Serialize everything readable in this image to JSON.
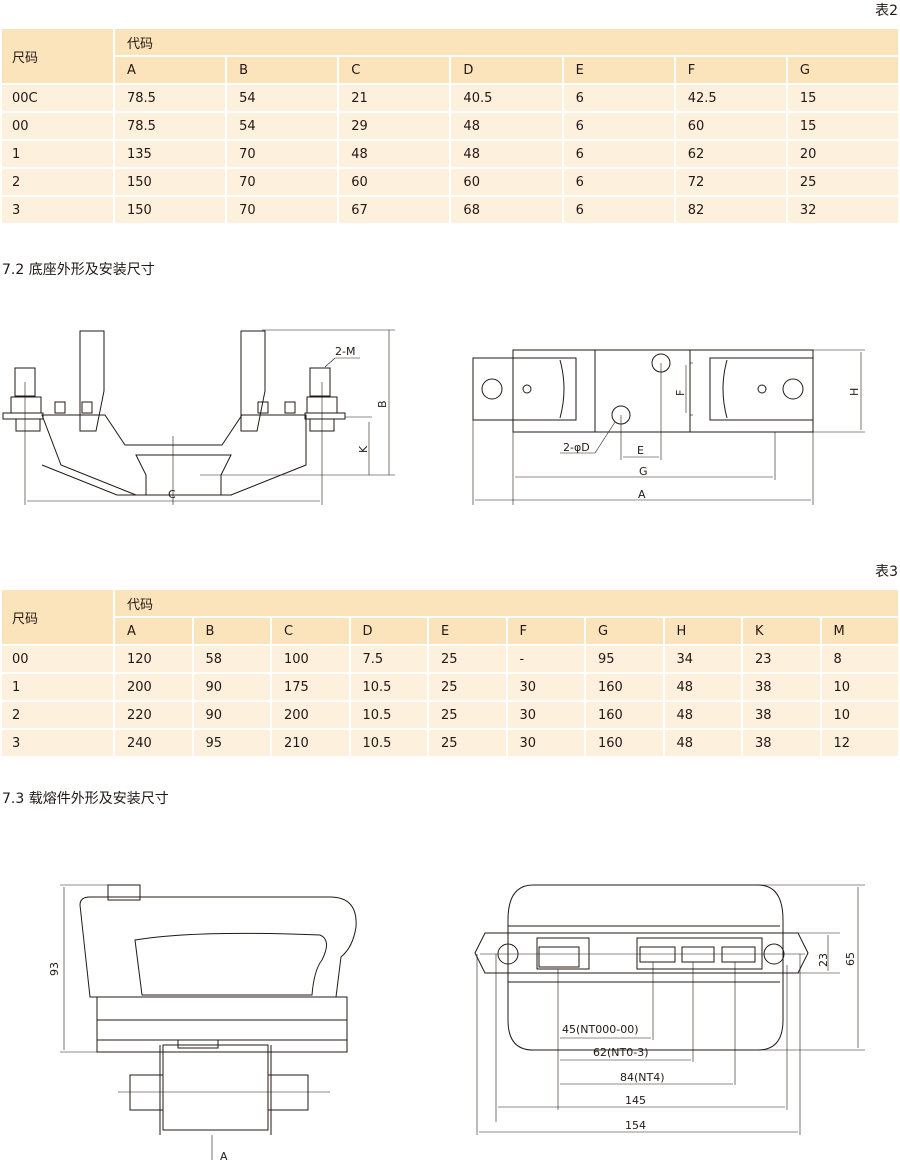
{
  "table2": {
    "label": "表2",
    "size_header": "尺码",
    "code_header": "代码",
    "columns": [
      "A",
      "B",
      "C",
      "D",
      "E",
      "F",
      "G"
    ],
    "rows": [
      [
        "00C",
        "78.5",
        "54",
        "21",
        "40.5",
        "6",
        "42.5",
        "15"
      ],
      [
        "00",
        "78.5",
        "54",
        "29",
        "48",
        "6",
        "60",
        "15"
      ],
      [
        "1",
        "135",
        "70",
        "48",
        "48",
        "6",
        "62",
        "20"
      ],
      [
        "2",
        "150",
        "70",
        "60",
        "60",
        "6",
        "72",
        "25"
      ],
      [
        "3",
        "150",
        "70",
        "67",
        "68",
        "6",
        "82",
        "32"
      ]
    ]
  },
  "section_72": {
    "title": "7.2 底座外形及安装尺寸"
  },
  "drawing_base_side": {
    "labels": {
      "m": "2-M",
      "b": "B",
      "k": "K",
      "c": "C"
    }
  },
  "drawing_base_top": {
    "labels": {
      "d": "2-φD",
      "e": "E",
      "f": "F",
      "g": "G",
      "h": "H",
      "a": "A"
    }
  },
  "table3": {
    "label": "表3",
    "size_header": "尺码",
    "code_header": "代码",
    "columns": [
      "A",
      "B",
      "C",
      "D",
      "E",
      "F",
      "G",
      "H",
      "K",
      "M"
    ],
    "rows": [
      [
        "00",
        "120",
        "58",
        "100",
        "7.5",
        "25",
        "-",
        "95",
        "34",
        "23",
        "8"
      ],
      [
        "1",
        "200",
        "90",
        "175",
        "10.5",
        "25",
        "30",
        "160",
        "48",
        "38",
        "10"
      ],
      [
        "2",
        "220",
        "90",
        "200",
        "10.5",
        "25",
        "30",
        "160",
        "48",
        "38",
        "10"
      ],
      [
        "3",
        "240",
        "95",
        "210",
        "10.5",
        "25",
        "30",
        "160",
        "48",
        "38",
        "12"
      ]
    ]
  },
  "section_73": {
    "title": "7.3 载熔件外形及安装尺寸"
  },
  "drawing_carrier_side": {
    "labels": {
      "h93": "93",
      "a": "A"
    }
  },
  "drawing_carrier_top": {
    "labels": {
      "d23": "23",
      "d65": "65",
      "d45": "45(NT000-00)",
      "d62": "62(NT0-3)",
      "d84": "84(NT4)",
      "d145": "145",
      "d154": "154"
    }
  }
}
